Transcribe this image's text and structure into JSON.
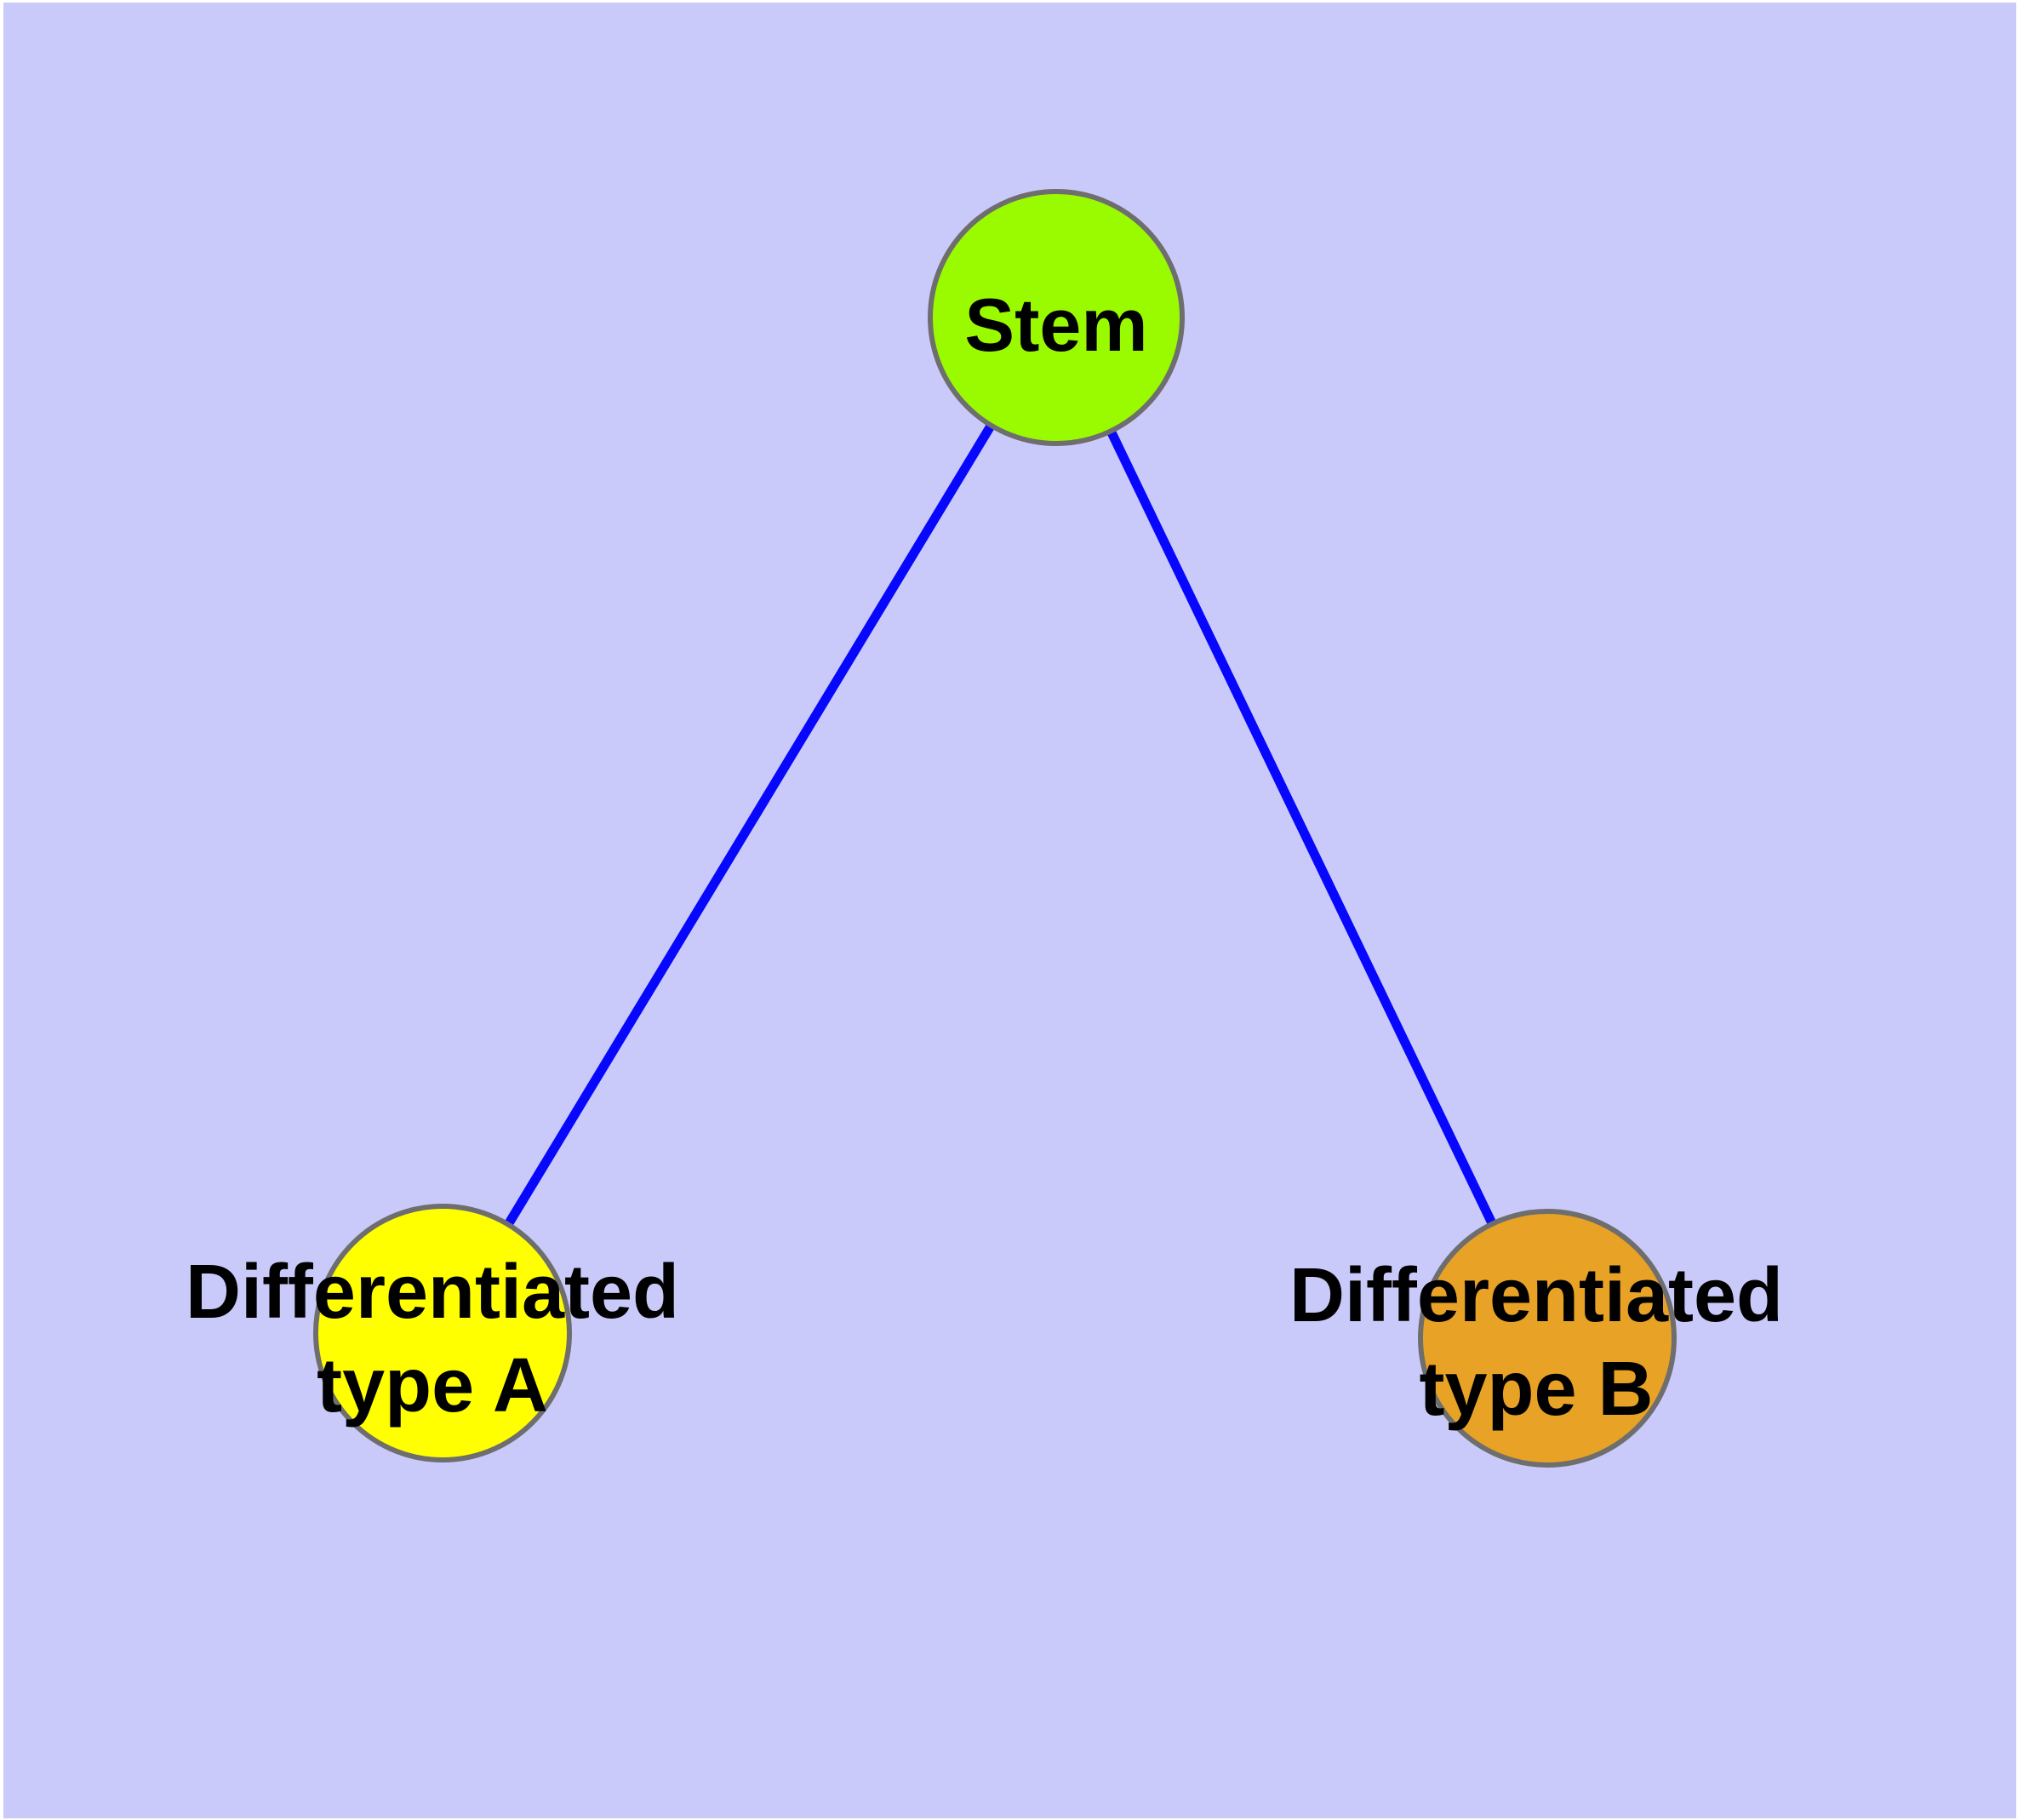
{
  "diagram": {
    "type": "graph",
    "background_color": "#FFFFFF",
    "plot_background_color": "#CACAFA",
    "edge_color": "#0707FD",
    "node_border_color": "#6E6E6E",
    "label_color": "#000000",
    "nodes": [
      {
        "id": "stem",
        "label": "Stem",
        "color": "#9AFB00"
      },
      {
        "id": "type-a",
        "label": "Differentiated type A",
        "label_line1": "Differentiated",
        "label_line2": "type A",
        "color": "#FFFF00"
      },
      {
        "id": "type-b",
        "label": "Differentiated type B",
        "label_line1": "Differentiated",
        "label_line2": "type B",
        "color": "#E8A225"
      }
    ],
    "edges": [
      {
        "from": "Stem",
        "to": "Differentiated type A"
      },
      {
        "from": "Stem",
        "to": "Differentiated type B"
      }
    ]
  }
}
